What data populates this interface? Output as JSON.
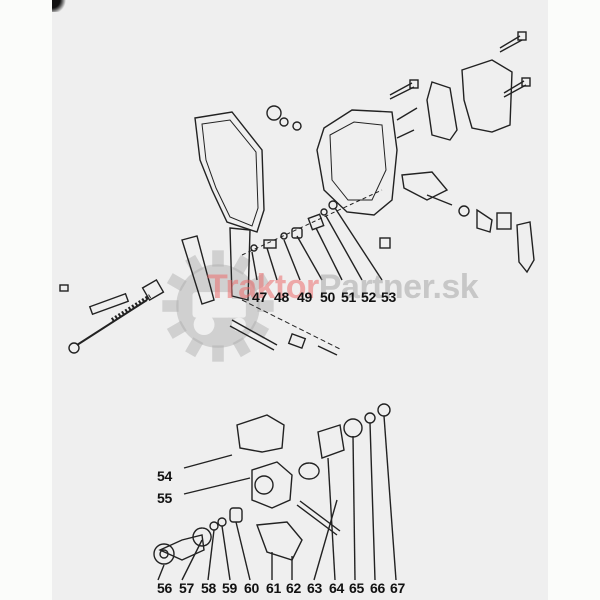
{
  "diagram": {
    "type": "exploded-parts-view",
    "watermark": {
      "brand_a": "Traktor",
      "brand_b": "Partner.sk"
    },
    "colors": {
      "paper": "#efefef",
      "ink": "#111111",
      "watermark_red": "#eb6e6e",
      "watermark_gray": "#969696",
      "margin": "#fbfcfa"
    },
    "upper_assembly_callouts": [
      "47",
      "48",
      "49",
      "50",
      "51",
      "52",
      "53"
    ],
    "lower_assembly_side_callouts": [
      "54",
      "55"
    ],
    "lower_assembly_bottom_callouts": [
      "56",
      "57",
      "58",
      "59",
      "60",
      "61",
      "62",
      "63",
      "64",
      "65",
      "66",
      "67"
    ]
  }
}
